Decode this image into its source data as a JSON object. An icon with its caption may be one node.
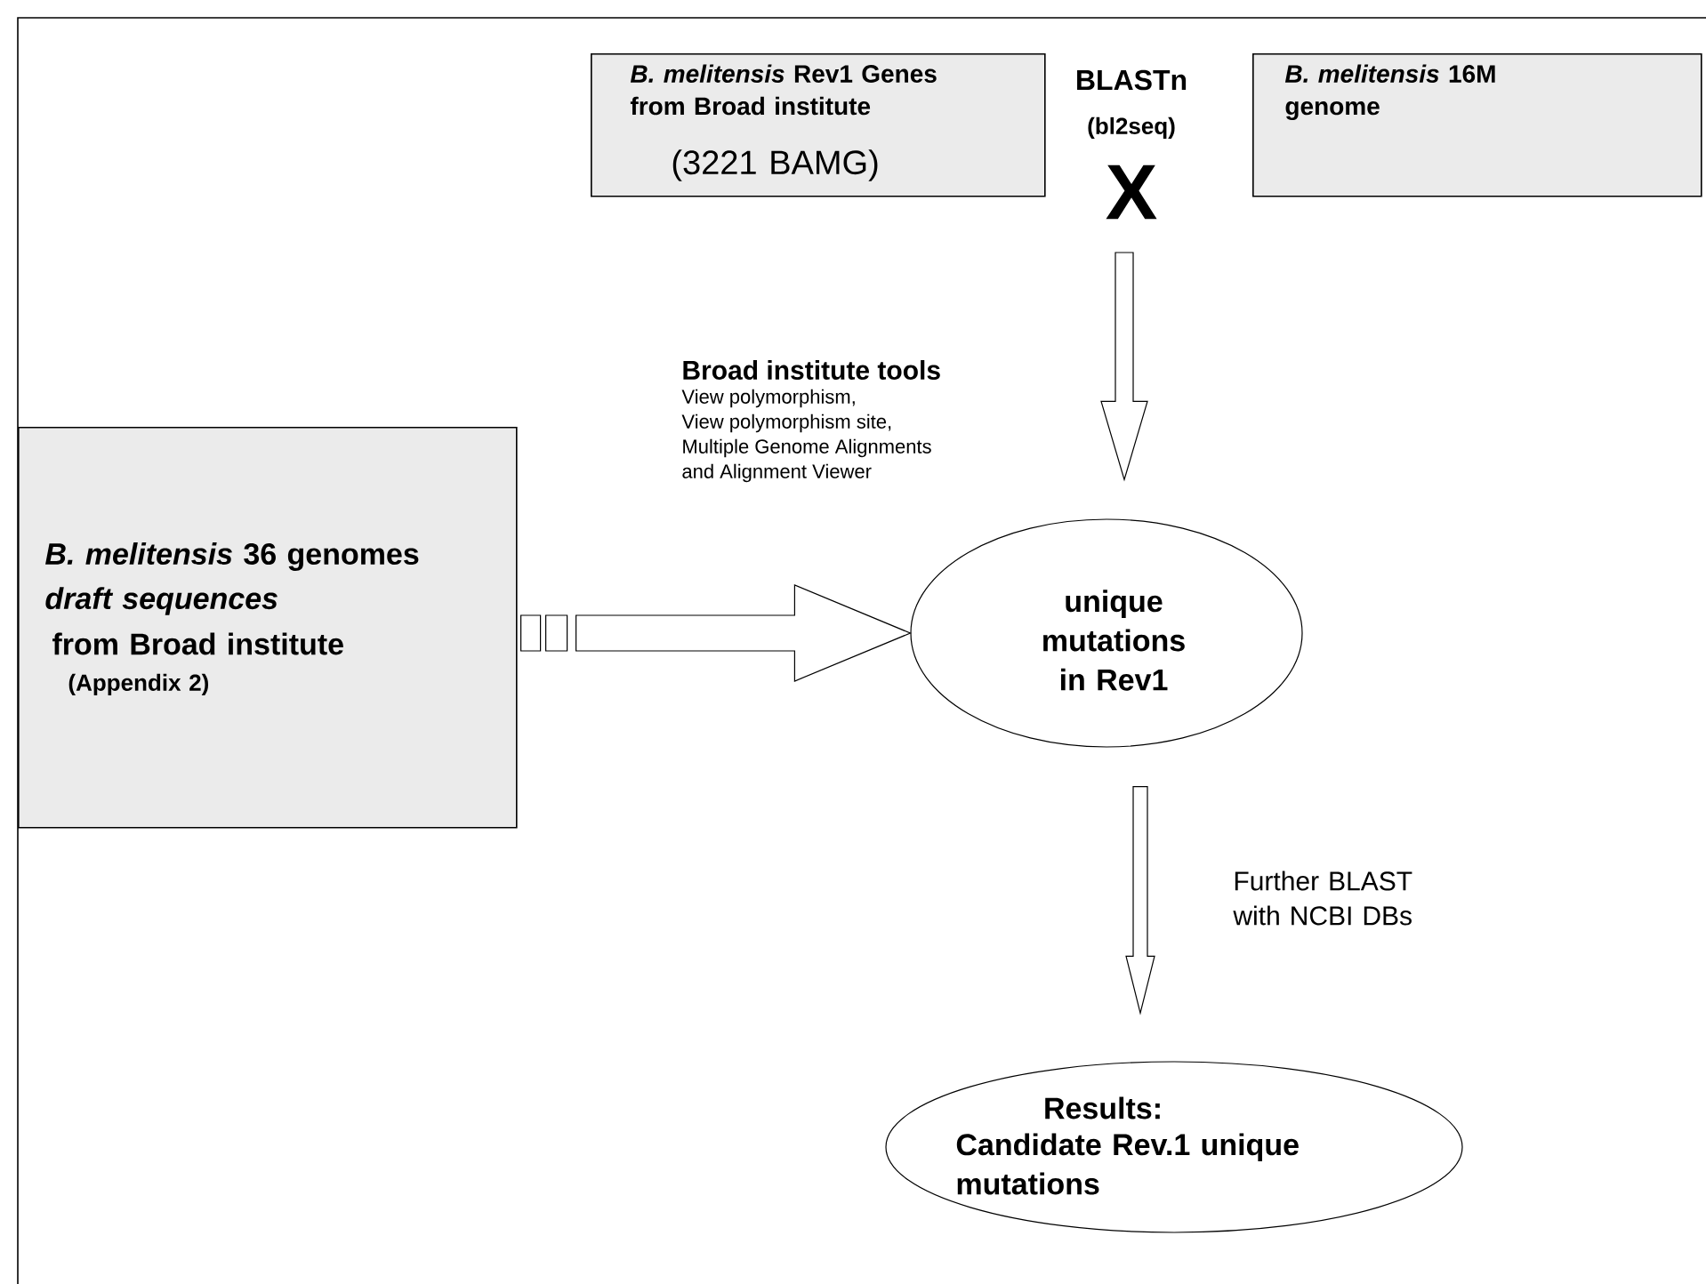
{
  "diagram": {
    "nodes": [
      {
        "text": [
          "*B. melitensis* Rev1 Genes from Broad institute",
          "(3221 BAMG)"
        ]
      },
      {
        "text": [
          "*B. melitensis* 16M genome"
        ]
      },
      {
        "text": [
          "*B. melitensis* 36 genomes",
          "draft sequences",
          "from  Broad institute",
          "(Appendix 2)"
        ]
      },
      {
        "text": [
          "unique mutations in Rev1"
        ]
      },
      {
        "text": [
          "Results:",
          "Candidate Rev.1 unique mutations"
        ]
      }
    ],
    "edges": [
      {
        "from": null,
        "to": 3,
        "arrow": "to"
      },
      {
        "from": 2,
        "to": 3,
        "arrow": "to"
      },
      {
        "from": 3,
        "to": 4,
        "arrow": "to",
        "label": "Further BLAST with NCBI DBs"
      }
    ],
    "labels": [
      "BLASTn",
      "(bl2seq)",
      "X",
      "Broad institute tools",
      "View polymorphism,",
      "View polymorphism site,",
      "Multiple Genome Alignments",
      "and Alignment Viewer"
    ]
  }
}
